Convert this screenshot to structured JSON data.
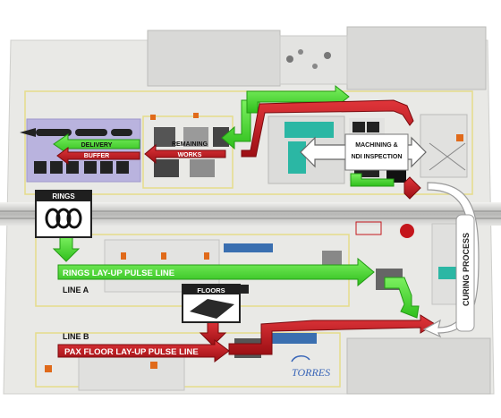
{
  "labels": {
    "delivery_line1": "DELIVERY",
    "delivery_line2": "BUFFER",
    "remaining_line1": "REMAINING",
    "remaining_line2": "WORKS",
    "machining_line1": "MACHINING &",
    "machining_line2": "NDI INSPECTION",
    "rings": "RINGS",
    "rings_pulse_line": "RINGS LAY-UP PULSE LINE",
    "line_a": "LINE A",
    "floors": "FLOORS",
    "line_b": "LINE B",
    "pax_floor_pulse_line": "PAX FLOOR LAY-UP PULSE LINE",
    "curing_process": "CURING PROCESS",
    "logo": "TORRES"
  },
  "colors": {
    "green_arrow": "#3fd52a",
    "red_arrow": "#c4161c",
    "floor": "#e9e9e6",
    "building": "#d8d8d6",
    "zone_line": "#e9e08a",
    "delivery_zone": "#b9b3de",
    "rail": "#bdbdbb",
    "label_bg": "#111111",
    "logo_blue": "#3a66b8"
  },
  "icons": [
    "rings-icon",
    "floor-panel-icon",
    "curing-arrow-icon",
    "double-arrow-icon"
  ]
}
